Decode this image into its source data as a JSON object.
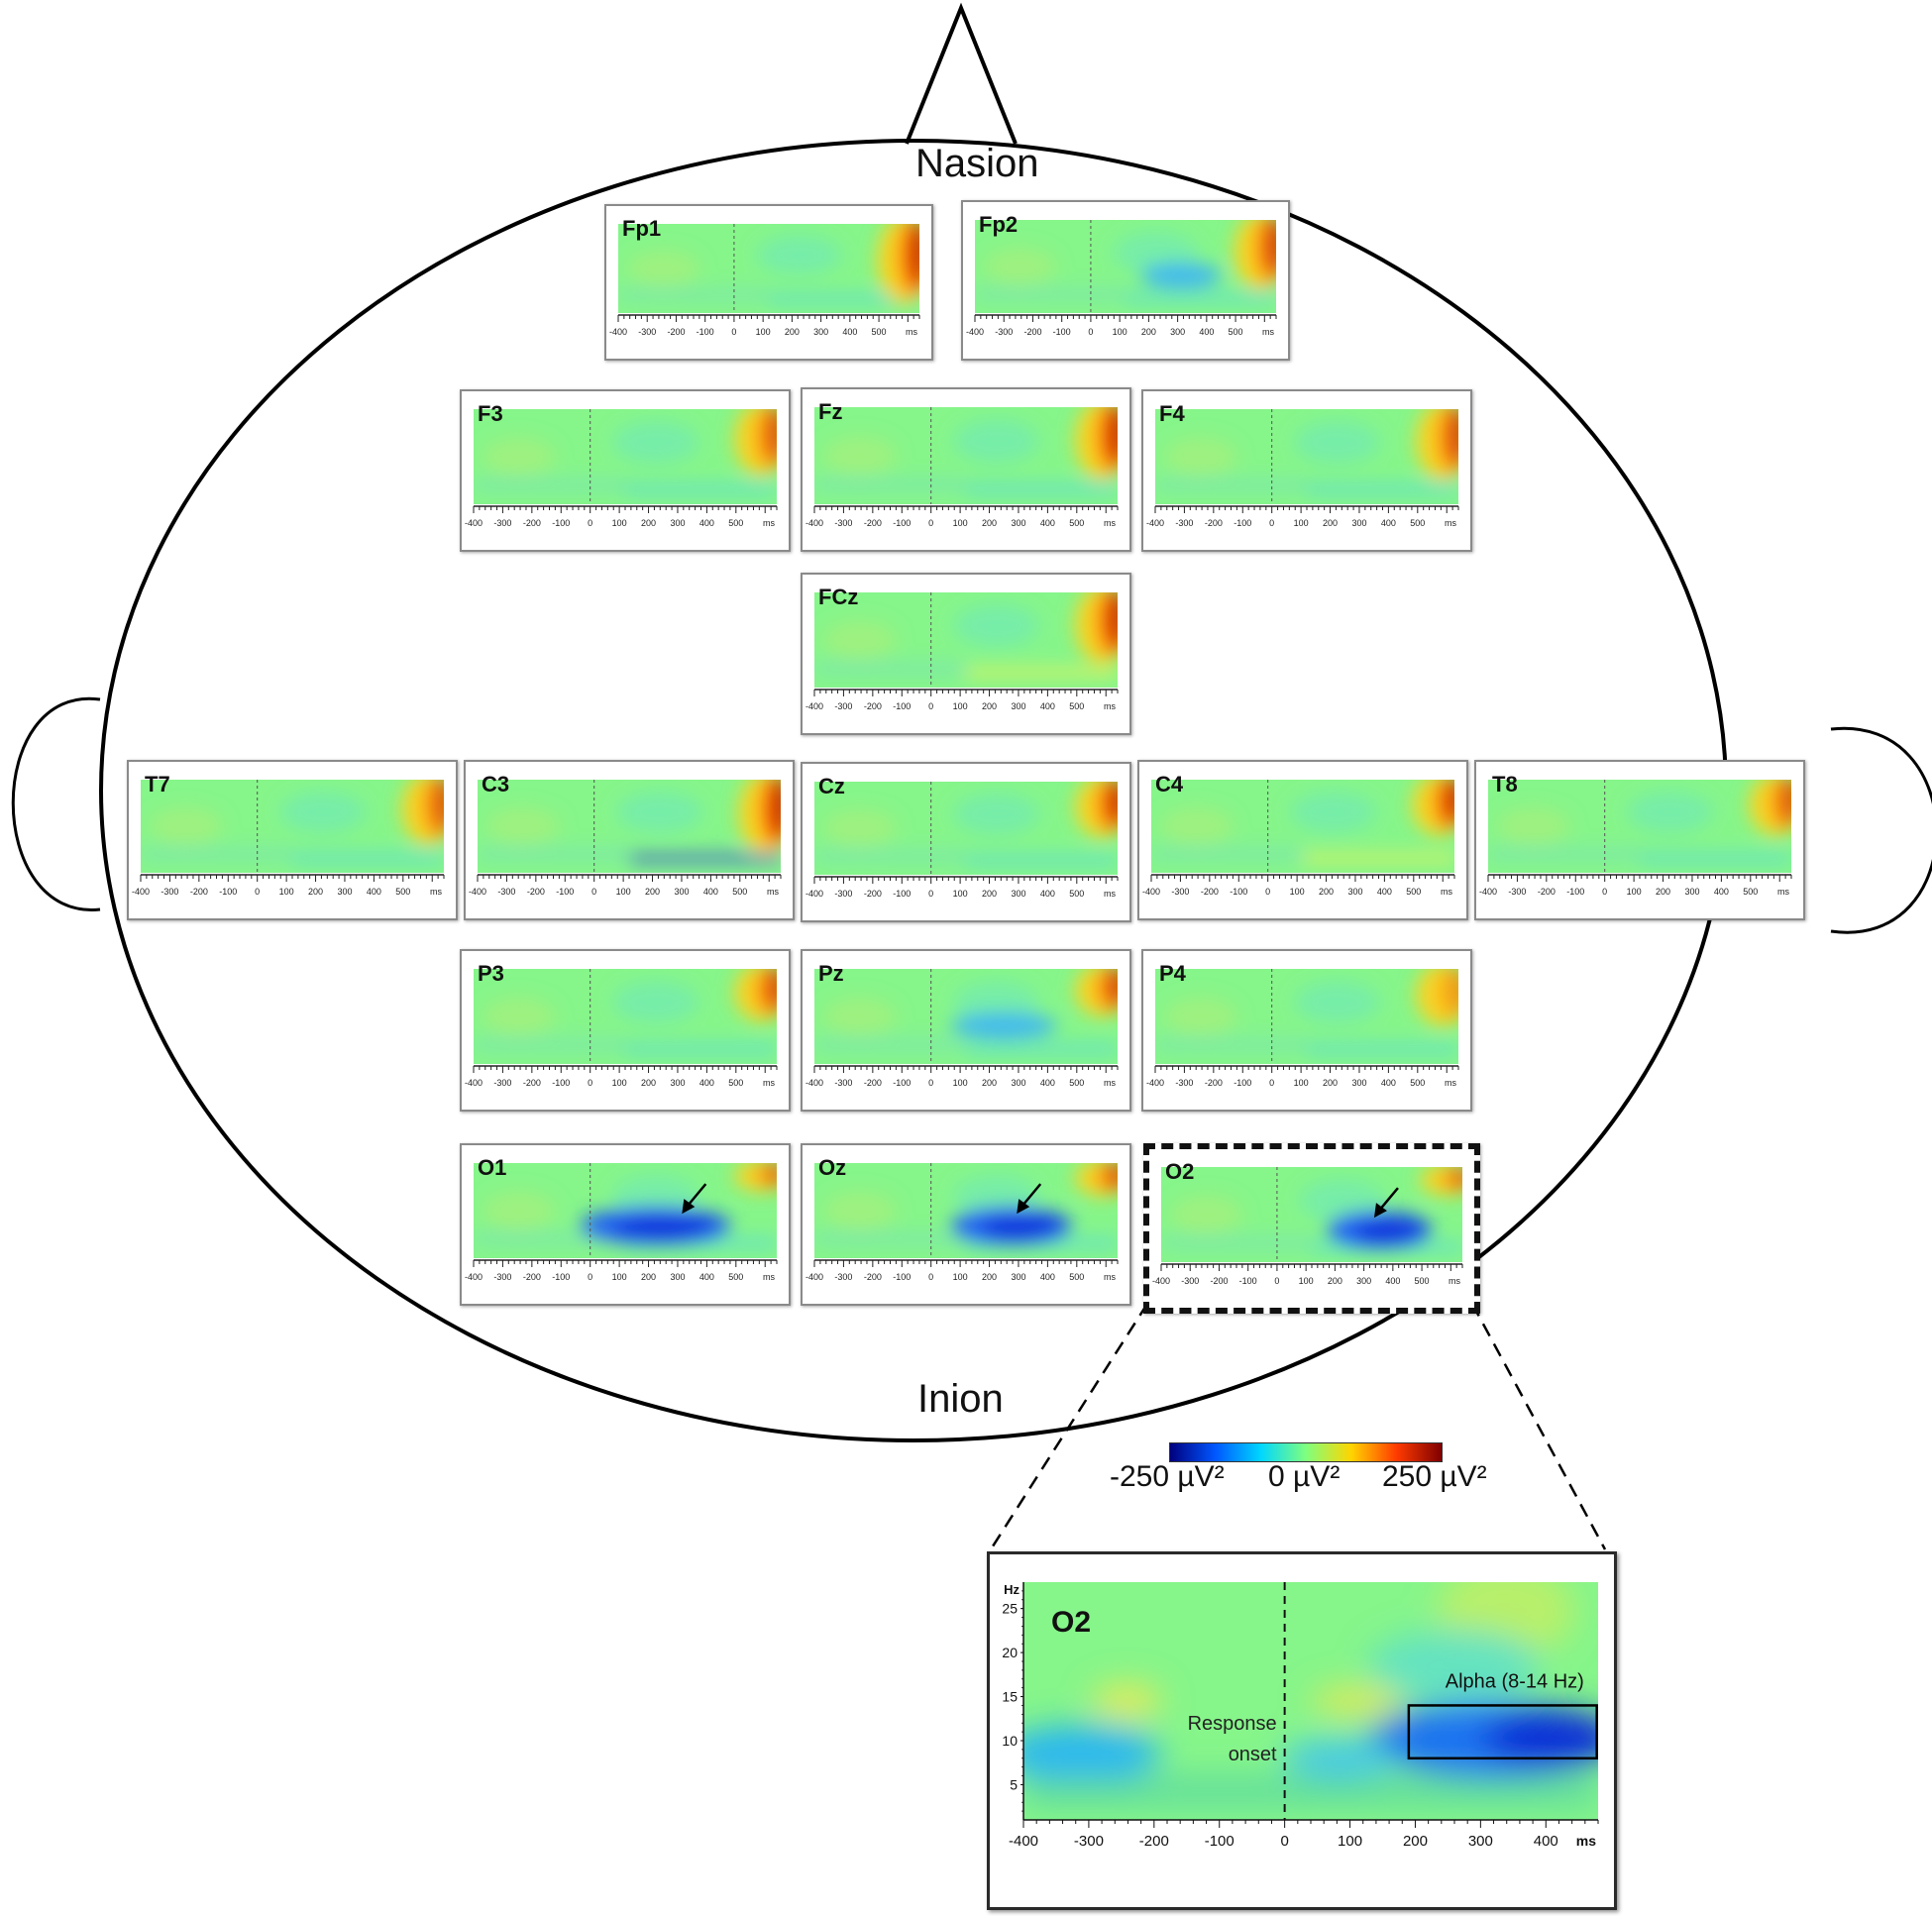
{
  "landmarks": {
    "top": "Nasion",
    "bottom": "Inion"
  },
  "colorbar": {
    "min_label": "-250 µV²",
    "mid_label": "0 µV²",
    "max_label": "250 µV²",
    "stops": [
      "#00007f",
      "#0057ff",
      "#00d6ff",
      "#7fff7f",
      "#ffd500",
      "#ff3b00",
      "#7f0000"
    ]
  },
  "axis": {
    "ticks": [
      "-400",
      "-300",
      "-200",
      "-100",
      "0",
      "100",
      "200",
      "300",
      "400",
      "500"
    ],
    "unit": "ms"
  },
  "electrodes": [
    {
      "id": "Fp1",
      "label": "Fp1",
      "highlight": false
    },
    {
      "id": "Fp2",
      "label": "Fp2",
      "highlight": false
    },
    {
      "id": "F3",
      "label": "F3",
      "highlight": false
    },
    {
      "id": "Fz",
      "label": "Fz",
      "highlight": false
    },
    {
      "id": "F4",
      "label": "F4",
      "highlight": false
    },
    {
      "id": "FCz",
      "label": "FCz",
      "highlight": false
    },
    {
      "id": "T7",
      "label": "T7",
      "highlight": false
    },
    {
      "id": "C3",
      "label": "C3",
      "highlight": false
    },
    {
      "id": "Cz",
      "label": "Cz",
      "highlight": false
    },
    {
      "id": "C4",
      "label": "C4",
      "highlight": false
    },
    {
      "id": "T8",
      "label": "T8",
      "highlight": false
    },
    {
      "id": "P3",
      "label": "P3",
      "highlight": false
    },
    {
      "id": "Pz",
      "label": "Pz",
      "highlight": false
    },
    {
      "id": "P4",
      "label": "P4",
      "highlight": false
    },
    {
      "id": "O1",
      "label": "O1",
      "highlight": false,
      "arrow": true
    },
    {
      "id": "Oz",
      "label": "Oz",
      "highlight": false,
      "arrow": true
    },
    {
      "id": "O2",
      "label": "O2",
      "highlight": true,
      "arrow": true
    }
  ],
  "zoom": {
    "label": "O2",
    "y_unit": "Hz",
    "y_ticks": [
      "25",
      "20",
      "15",
      "10",
      "5"
    ],
    "x_ticks": [
      "-400",
      "-300",
      "-200",
      "-100",
      "0",
      "100",
      "200",
      "300",
      "400"
    ],
    "x_unit": "ms",
    "onset_line1": "Response",
    "onset_line2": "onset",
    "alpha_label": "Alpha (8-14 Hz)"
  }
}
